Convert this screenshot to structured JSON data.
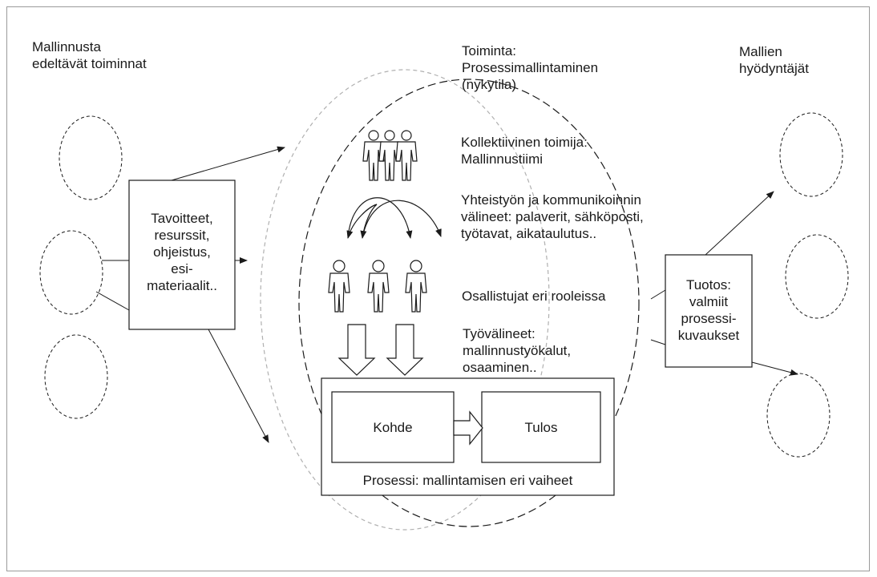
{
  "left_header": [
    "Mallinnusta",
    "edeltävät toiminnat"
  ],
  "right_header": [
    "Mallien",
    "hyödyntäjät"
  ],
  "activity_title": [
    "Toiminta:",
    "Prosessimallintaminen",
    "(nykytila)"
  ],
  "collective_actor": [
    "Kollektiivinen toimija:",
    "Mallinnustiimi"
  ],
  "communication_tools": [
    "Yhteistyön ja kommunikoinnin",
    "välineet: palaverit, sähköposti,",
    "työtavat, aikataulutus.."
  ],
  "participants": "Osallistujat eri rooleissa",
  "work_tools": [
    "Työvälineet:",
    "mallinnustyökalut,",
    "osaaminen.."
  ],
  "goals_box": [
    "Tavoitteet,",
    "resurssit,",
    "ohjeistus,",
    "esi-",
    "materiaalit.."
  ],
  "output_box": [
    "Tuotos:",
    "valmiit",
    "prosessi-",
    "kuvaukset"
  ],
  "object_label": "Kohde",
  "result_label": "Tulos",
  "process_label": "Prosessi: mallintamisen eri vaiheet",
  "colors": {
    "line": "#1a1a1a",
    "faint": "#b0b0b0",
    "frame": "#9a9a9a"
  }
}
